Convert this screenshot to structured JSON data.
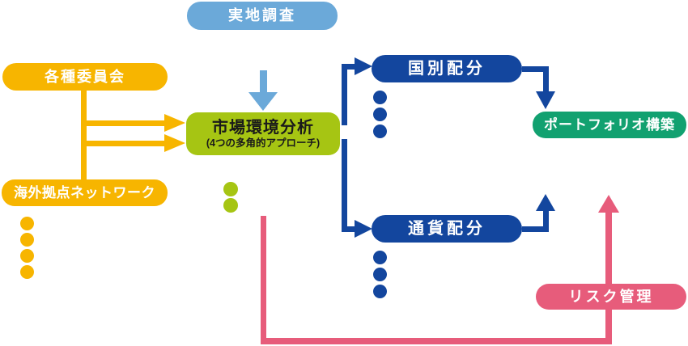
{
  "palette": {
    "background": "#ffffff",
    "light_blue": "#6BA9D9",
    "yellow": "#F7B500",
    "yellow_green": "#A6C513",
    "dark_blue": "#13469E",
    "teal": "#12A170",
    "pink": "#E75C7B",
    "dark_text": "#1A1A1A",
    "white_text": "#FFFFFF"
  },
  "nodes": {
    "field_survey": {
      "label": "実地調査"
    },
    "committees": {
      "label": "各種委員会"
    },
    "overseas_network": {
      "label": "海外拠点ネットワーク"
    },
    "market_analysis": {
      "title": "市場環境分析",
      "subtitle": "(4つの多角的アプローチ)"
    },
    "country_allocation": {
      "label": "国別配分"
    },
    "currency_allocation": {
      "label": "通貨配分"
    },
    "portfolio_construction": {
      "label": "ポートフォリオ構築"
    },
    "risk_management": {
      "label": "リスク管理"
    }
  }
}
